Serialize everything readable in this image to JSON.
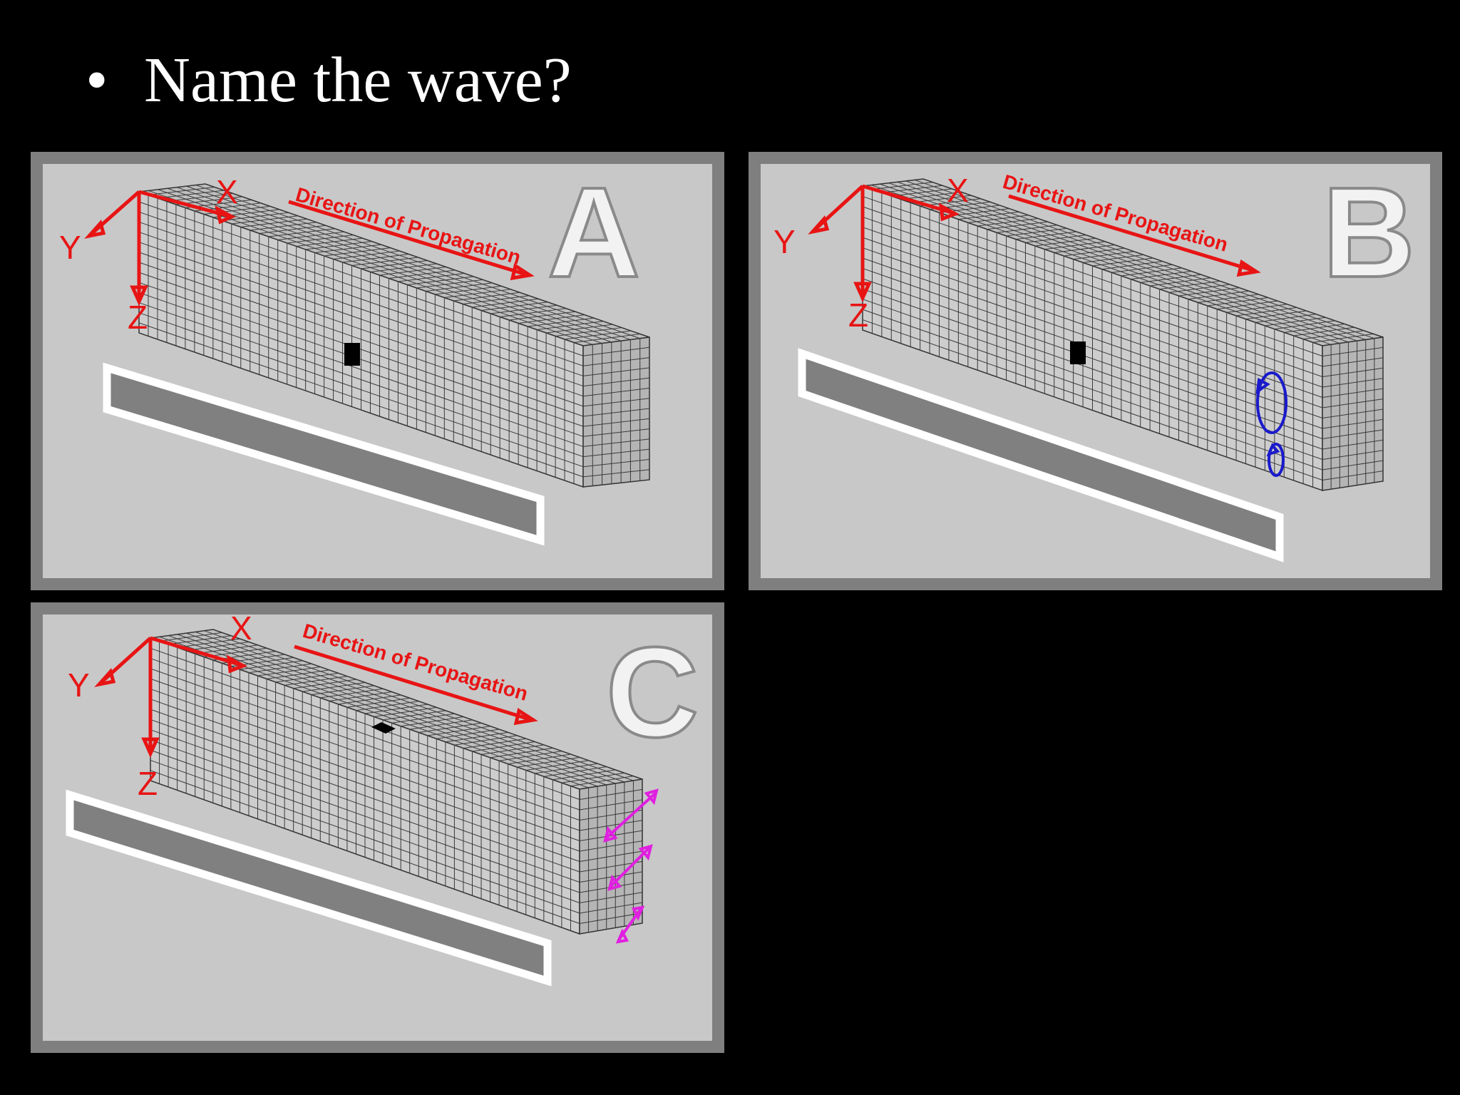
{
  "slide": {
    "bullet": "•",
    "title": "Name the wave?"
  },
  "axes": {
    "x": "X",
    "y": "Y",
    "z": "Z"
  },
  "propagation_label": "Direction of Propagation",
  "panels": [
    {
      "letter": "A",
      "marker": "square-element",
      "motion": "none"
    },
    {
      "letter": "B",
      "marker": "square-element",
      "motion": "rotation-arrows-icon"
    },
    {
      "letter": "C",
      "marker": "rhombus-element",
      "motion": "horizontal-shear-arrows-icon"
    }
  ],
  "colors": {
    "background": "#000000",
    "panel_frame": "#7f7f7f",
    "panel_inner": "#c8c8c8",
    "axis": "#e81414",
    "rotation_arrows": "#1a1acc",
    "shear_arrows": "#e020e0",
    "surface_bar": "#808080"
  }
}
